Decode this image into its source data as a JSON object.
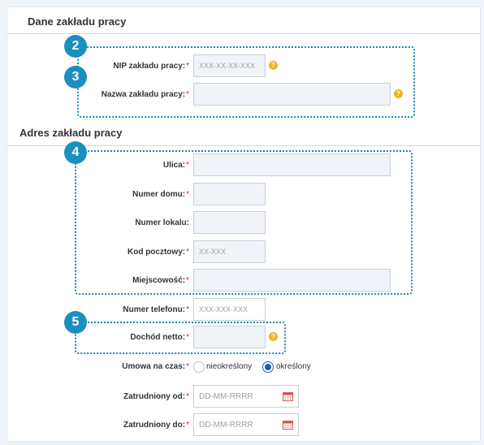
{
  "sections": {
    "employer_data_title": "Dane zakładu pracy",
    "employer_address_title": "Adres zakładu pracy"
  },
  "steps": {
    "two": "2",
    "three": "3",
    "four": "4",
    "five": "5"
  },
  "required_marker": "*",
  "help_glyph": "?",
  "fields": {
    "nip": {
      "label": "NIP zakładu pracy:",
      "placeholder": "XXX-XX-XX-XXX"
    },
    "employer_name": {
      "label": "Nazwa zakładu pracy:",
      "placeholder": ""
    },
    "street": {
      "label": "Ulica:",
      "placeholder": ""
    },
    "house_number": {
      "label": "Numer domu:",
      "placeholder": ""
    },
    "apartment_number": {
      "label": "Numer lokalu:",
      "placeholder": ""
    },
    "postal_code": {
      "label": "Kod pocztowy:",
      "placeholder": "XX-XXX"
    },
    "city": {
      "label": "Miejscowość:",
      "placeholder": ""
    },
    "phone": {
      "label": "Numer telefonu:",
      "placeholder": "XXX-XXX-XXX"
    },
    "net_income": {
      "label": "Dochód netto:",
      "placeholder": ""
    },
    "contract": {
      "label": "Umowa na czas:",
      "options": [
        "nieokreślony",
        "określony"
      ],
      "selected": "określony"
    },
    "employed_from": {
      "label": "Zatrudniony od:",
      "placeholder": "DD-MM-RRRR"
    },
    "employed_to": {
      "label": "Zatrudniony do:",
      "placeholder": "DD-MM-RRRR"
    }
  },
  "colors": {
    "accent": "#1b8fc0",
    "required": "#d9262b",
    "help": "#f0b323",
    "radio_selected": "#1b5fa8",
    "calendar": "#d9534f"
  }
}
